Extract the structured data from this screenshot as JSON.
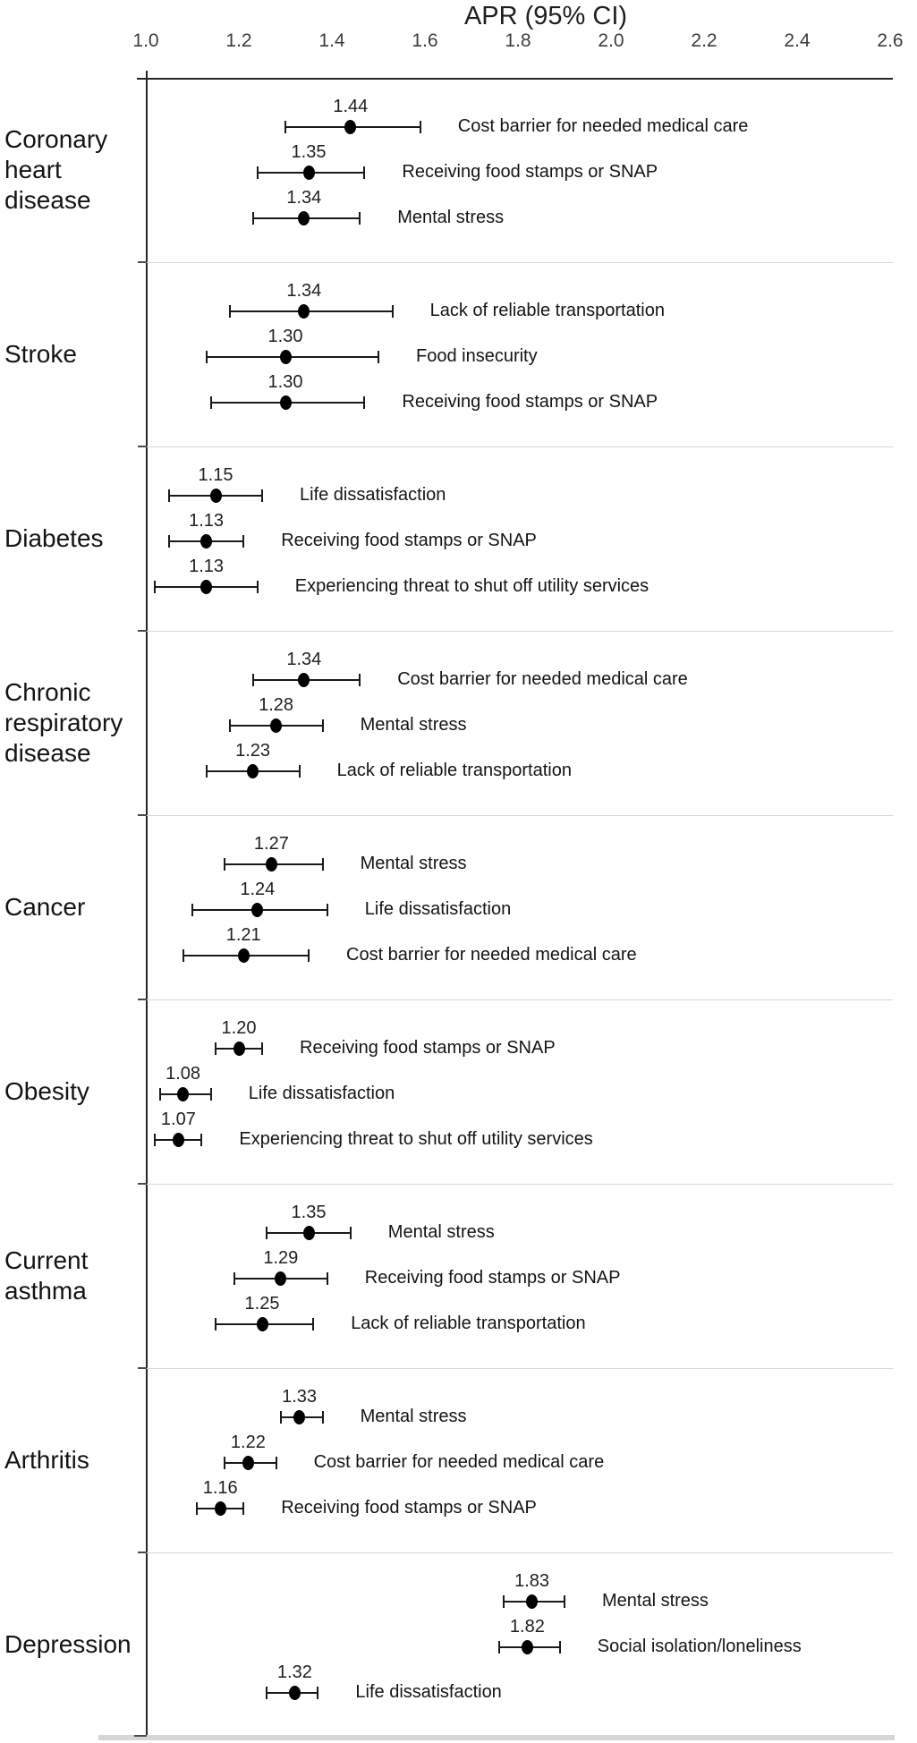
{
  "title": "APR (95% CI)",
  "chart_data": {
    "type": "forest",
    "title": "APR (95% CI)",
    "xlabel": "APR (95% CI)",
    "x_axis": {
      "min": 1.0,
      "max": 2.6,
      "tick_labels": [
        "1.0",
        "1.2",
        "1.4",
        "1.6",
        "1.8",
        "2.0",
        "2.2",
        "2.4",
        "2.6"
      ],
      "tick_values": [
        1.0,
        1.2,
        1.4,
        1.6,
        1.8,
        2.0,
        2.2,
        2.4,
        2.6
      ]
    },
    "legend": "none",
    "grid": "section separators only",
    "groups": [
      {
        "name": "Coronary heart disease",
        "label_lines": [
          "Coronary",
          "heart",
          "disease"
        ],
        "rows": [
          {
            "factor": "Cost barrier for needed medical care",
            "apr_label": "1.44",
            "apr": 1.44,
            "ci_low": 1.3,
            "ci_high": 1.59
          },
          {
            "factor": "Receiving food stamps or SNAP",
            "apr_label": "1.35",
            "apr": 1.35,
            "ci_low": 1.24,
            "ci_high": 1.47
          },
          {
            "factor": "Mental stress",
            "apr_label": "1.34",
            "apr": 1.34,
            "ci_low": 1.23,
            "ci_high": 1.46
          }
        ]
      },
      {
        "name": "Stroke",
        "label_lines": [
          "Stroke"
        ],
        "rows": [
          {
            "factor": "Lack of reliable transportation",
            "apr_label": "1.34",
            "apr": 1.34,
            "ci_low": 1.18,
            "ci_high": 1.53
          },
          {
            "factor": "Food insecurity",
            "apr_label": "1.30",
            "apr": 1.3,
            "ci_low": 1.13,
            "ci_high": 1.5
          },
          {
            "factor": "Receiving food stamps or SNAP",
            "apr_label": "1.30",
            "apr": 1.3,
            "ci_low": 1.14,
            "ci_high": 1.47
          }
        ]
      },
      {
        "name": "Diabetes",
        "label_lines": [
          "Diabetes"
        ],
        "rows": [
          {
            "factor": "Life dissatisfaction",
            "apr_label": "1.15",
            "apr": 1.15,
            "ci_low": 1.05,
            "ci_high": 1.25
          },
          {
            "factor": "Receiving food stamps or SNAP",
            "apr_label": "1.13",
            "apr": 1.13,
            "ci_low": 1.05,
            "ci_high": 1.21
          },
          {
            "factor": "Experiencing threat to shut off utility services",
            "apr_label": "1.13",
            "apr": 1.13,
            "ci_low": 1.02,
            "ci_high": 1.24
          }
        ]
      },
      {
        "name": "Chronic respiratory disease",
        "label_lines": [
          "Chronic",
          "respiratory",
          "disease"
        ],
        "rows": [
          {
            "factor": "Cost barrier for needed medical care",
            "apr_label": "1.34",
            "apr": 1.34,
            "ci_low": 1.23,
            "ci_high": 1.46
          },
          {
            "factor": "Mental stress",
            "apr_label": "1.28",
            "apr": 1.28,
            "ci_low": 1.18,
            "ci_high": 1.38
          },
          {
            "factor": "Lack of reliable transportation",
            "apr_label": "1.23",
            "apr": 1.23,
            "ci_low": 1.13,
            "ci_high": 1.33
          }
        ]
      },
      {
        "name": "Cancer",
        "label_lines": [
          "Cancer"
        ],
        "rows": [
          {
            "factor": "Mental stress",
            "apr_label": "1.27",
            "apr": 1.27,
            "ci_low": 1.17,
            "ci_high": 1.38
          },
          {
            "factor": "Life dissatisfaction",
            "apr_label": "1.24",
            "apr": 1.24,
            "ci_low": 1.1,
            "ci_high": 1.39
          },
          {
            "factor": "Cost barrier for needed medical care",
            "apr_label": "1.21",
            "apr": 1.21,
            "ci_low": 1.08,
            "ci_high": 1.35
          }
        ]
      },
      {
        "name": "Obesity",
        "label_lines": [
          "Obesity"
        ],
        "rows": [
          {
            "factor": "Receiving food stamps or SNAP",
            "apr_label": "1.20",
            "apr": 1.2,
            "ci_low": 1.15,
            "ci_high": 1.25
          },
          {
            "factor": "Life dissatisfaction",
            "apr_label": "1.08",
            "apr": 1.08,
            "ci_low": 1.03,
            "ci_high": 1.14
          },
          {
            "factor": "Experiencing threat to shut off utility services",
            "apr_label": "1.07",
            "apr": 1.07,
            "ci_low": 1.02,
            "ci_high": 1.12
          }
        ]
      },
      {
        "name": "Current asthma",
        "label_lines": [
          "Current",
          "asthma"
        ],
        "rows": [
          {
            "factor": "Mental stress",
            "apr_label": "1.35",
            "apr": 1.35,
            "ci_low": 1.26,
            "ci_high": 1.44
          },
          {
            "factor": "Receiving food stamps or SNAP",
            "apr_label": "1.29",
            "apr": 1.29,
            "ci_low": 1.19,
            "ci_high": 1.39
          },
          {
            "factor": "Lack of reliable transportation",
            "apr_label": "1.25",
            "apr": 1.25,
            "ci_low": 1.15,
            "ci_high": 1.36
          }
        ]
      },
      {
        "name": "Arthritis",
        "label_lines": [
          "Arthritis"
        ],
        "rows": [
          {
            "factor": "Mental stress",
            "apr_label": "1.33",
            "apr": 1.33,
            "ci_low": 1.29,
            "ci_high": 1.38
          },
          {
            "factor": "Cost barrier for needed medical care",
            "apr_label": "1.22",
            "apr": 1.22,
            "ci_low": 1.17,
            "ci_high": 1.28
          },
          {
            "factor": "Receiving food stamps or SNAP",
            "apr_label": "1.16",
            "apr": 1.16,
            "ci_low": 1.11,
            "ci_high": 1.21
          }
        ]
      },
      {
        "name": "Depression",
        "label_lines": [
          "Depression"
        ],
        "rows": [
          {
            "factor": "Mental stress",
            "apr_label": "1.83",
            "apr": 1.83,
            "ci_low": 1.77,
            "ci_high": 1.9
          },
          {
            "factor": "Social isolation/loneliness",
            "apr_label": "1.82",
            "apr": 1.82,
            "ci_low": 1.76,
            "ci_high": 1.89
          },
          {
            "factor": "Life dissatisfaction",
            "apr_label": "1.32",
            "apr": 1.32,
            "ci_low": 1.26,
            "ci_high": 1.37
          }
        ]
      }
    ]
  }
}
